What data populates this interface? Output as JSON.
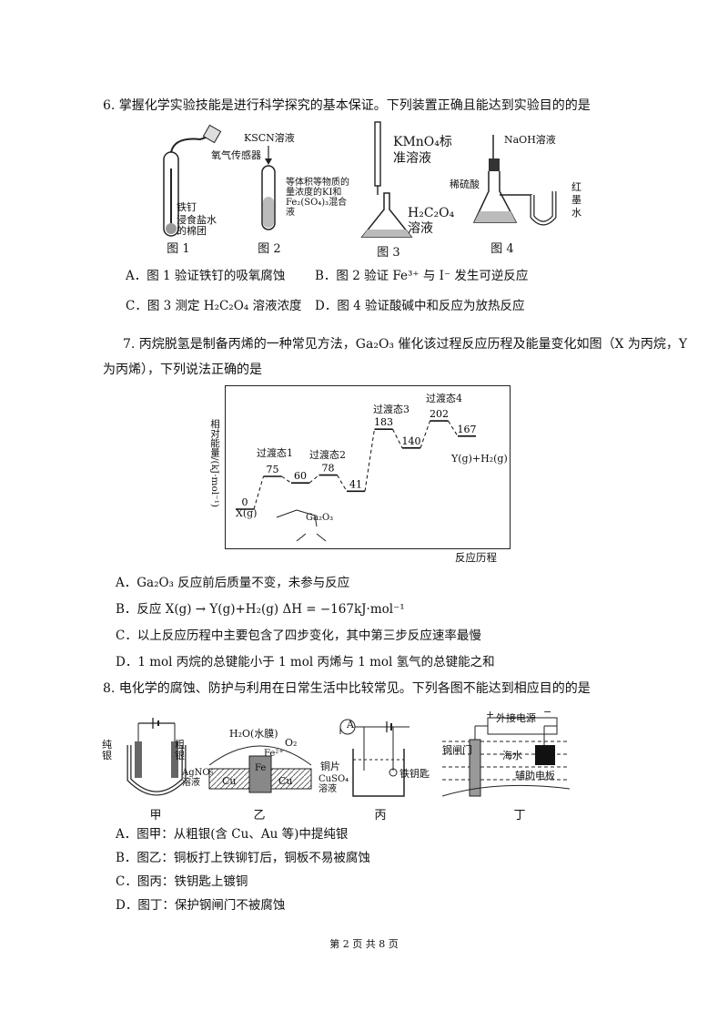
{
  "q6": {
    "stem": "6. 掌握化学实验技能是进行科学探究的基本保证。下列装置正确且能达到实验目的的是",
    "fig1": {
      "caption": "图 1",
      "sensor": "氧气传感器",
      "nail": "铁钉",
      "cotton": "浸食盐水的棉团"
    },
    "fig2": {
      "caption": "图 2",
      "reagent": "KSCN溶液",
      "solution": "等体积等物质的量浓度的KI和Fe₂(SO₄)₃混合液"
    },
    "fig3": {
      "caption": "图 3",
      "titrant": "KMnO₄标准溶液",
      "analyte": "H₂C₂O₄溶液"
    },
    "fig4": {
      "caption": "图 4",
      "naoh": "NaOH溶液",
      "acid": "稀硫酸",
      "ink": "红墨水"
    },
    "options": [
      "A．图 1 验证铁钉的吸氧腐蚀",
      "B．图 2 验证 Fe³⁺ 与 I⁻ 发生可逆反应",
      "C．图 3 测定 H₂C₂O₄ 溶液浓度",
      "D．图 4 验证酸碱中和反应为放热反应"
    ]
  },
  "q7": {
    "stem_line1": "7. 丙烷脱氢是制备丙烯的一种常见方法，Ga₂O₃ 催化该过程反应历程及能量变化如图（X 为丙烷，Y",
    "stem_line2": "为丙烯），下列说法正确的是",
    "chart_labels": {
      "ylabel": "相对能量/(kJ·mol⁻¹)",
      "xlabel": "反应历程",
      "ts1": "过渡态1",
      "ts2": "过渡态2",
      "ts3": "过渡态3",
      "ts4": "过渡态4",
      "start": "X(g)",
      "end": "Y(g)+H₂(g)",
      "catalyst": "Ga₂O₃"
    },
    "options": [
      "A．Ga₂O₃ 反应前后质量不变，未参与反应",
      "B．反应 X(g) → Y(g)+H₂(g)   ΔH = −167kJ·mol⁻¹",
      "C．以上反应历程中主要包含了四步变化，其中第三步反应速率最慢",
      "D．1 mol 丙烷的总键能小于 1 mol 丙烯与 1 mol 氢气的总键能之和"
    ]
  },
  "chart_data": {
    "type": "line",
    "title": "",
    "xlabel": "反应历程",
    "ylabel": "相对能量/(kJ·mol⁻¹)",
    "levels": [
      {
        "label": "X(g)",
        "value": 0
      },
      {
        "label": "过渡态1",
        "value": 75
      },
      {
        "label": "",
        "value": 60
      },
      {
        "label": "过渡态2",
        "value": 78
      },
      {
        "label": "",
        "value": 41
      },
      {
        "label": "过渡态3",
        "value": 183
      },
      {
        "label": "",
        "value": 140
      },
      {
        "label": "过渡态4",
        "value": 202
      },
      {
        "label": "Y(g)+H₂(g)",
        "value": 167
      }
    ]
  },
  "q8": {
    "stem": "8. 电化学的腐蚀、防护与利用在日常生活中比较常见。下列各图不能达到相应目的的是",
    "figJia": {
      "caption": "甲",
      "pure": "纯银",
      "crude": "粗银",
      "electrolyte": "AgNO₃溶液"
    },
    "figYi": {
      "caption": "乙",
      "water": "H₂O(水膜)",
      "o2": "O₂",
      "fe_ion": "Fe²⁺",
      "fe": "Fe",
      "cu": "Cu"
    },
    "figBing": {
      "caption": "丙",
      "ammeter": "A",
      "copper": "铜片",
      "solution": "CuSO₄溶液",
      "key": "铁钥匙"
    },
    "figDing": {
      "caption": "丁",
      "power": "外接电源",
      "gate": "钢闸门",
      "sea": "海水",
      "aux": "辅助电板",
      "plus": "+",
      "minus": "−"
    },
    "options": [
      "A．图甲：从粗银(含 Cu、Au 等)中提纯银",
      "B．图乙：铜板打上铁铆钉后，铜板不易被腐蚀",
      "C．图丙：铁钥匙上镀铜",
      "D．图丁：保护钢闸门不被腐蚀"
    ]
  },
  "footer": "第 2 页 共 8 页"
}
